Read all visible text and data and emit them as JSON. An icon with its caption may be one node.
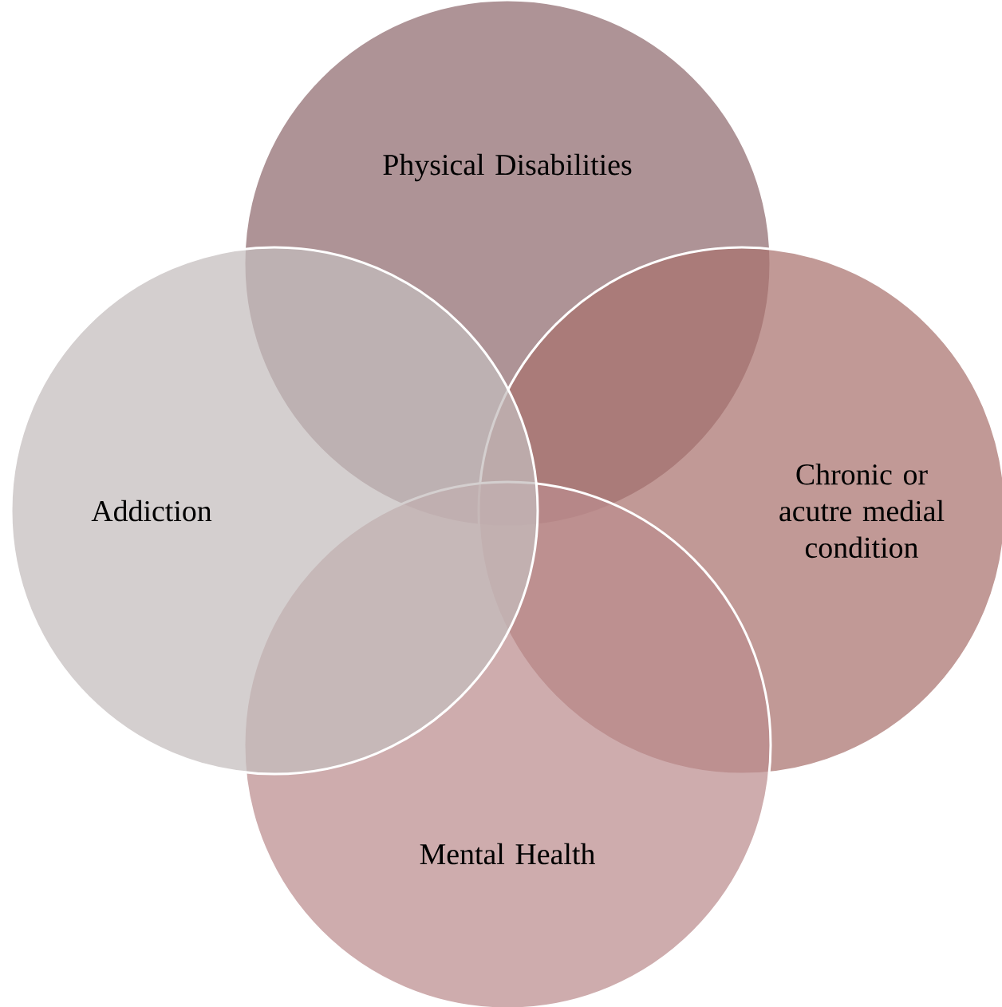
{
  "diagram": {
    "nodes": [
      {
        "text": [
          "Physical Disabilities"
        ]
      },
      {
        "text": [
          "Chronic or acutre medial condition"
        ]
      },
      {
        "text": [
          "Mental Health"
        ]
      },
      {
        "text": [
          "Addiction"
        ]
      }
    ]
  }
}
